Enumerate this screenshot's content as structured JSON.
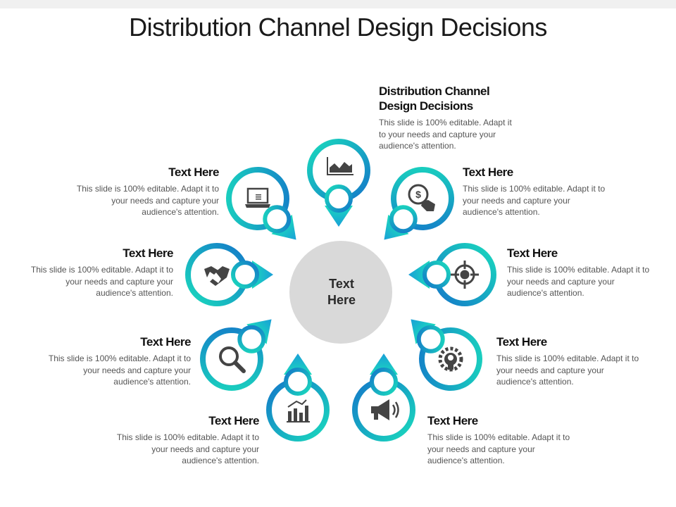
{
  "title": "Distribution Channel Design Decisions",
  "center": {
    "line1": "Text",
    "line2": "Here"
  },
  "colors": {
    "teal": "#19d3be",
    "blue": "#1478c8",
    "center": "#d9d9d9"
  },
  "items": [
    {
      "id": "top",
      "icon": "line-chart-icon",
      "heading": "Distribution Channel Design Decisions",
      "body": "This slide is 100% editable. Adapt it to your needs and capture your audience's attention."
    },
    {
      "id": "right-1",
      "icon": "dollar-click-icon",
      "heading": "Text Here",
      "body": "This slide is 100% editable. Adapt it to your needs and capture your audience's attention."
    },
    {
      "id": "right-2",
      "icon": "target-icon",
      "heading": "Text Here",
      "body": "This slide is 100% editable. Adapt it to your needs and capture your audience's attention."
    },
    {
      "id": "right-3",
      "icon": "gear-bulb-icon",
      "heading": "Text Here",
      "body": "This slide is 100% editable. Adapt it to your needs and capture your audience's attention."
    },
    {
      "id": "bottom-right",
      "icon": "megaphone-icon",
      "heading": "Text Here",
      "body": "This slide is 100% editable. Adapt it to your needs and capture your audience's attention."
    },
    {
      "id": "bottom-left",
      "icon": "bar-chart-icon",
      "heading": "Text Here",
      "body": "This slide is 100% editable. Adapt it to your needs and capture your audience's attention."
    },
    {
      "id": "left-3",
      "icon": "magnifier-icon",
      "heading": "Text Here",
      "body": "This slide is 100% editable. Adapt it to your needs and capture your audience's attention."
    },
    {
      "id": "left-2",
      "icon": "handshake-icon",
      "heading": "Text Here",
      "body": "This slide is 100% editable. Adapt it to your needs and capture your audience's attention."
    },
    {
      "id": "left-1",
      "icon": "laptop-icon",
      "heading": "Text Here",
      "body": "This slide is 100% editable. Adapt it to your needs and capture your audience's attention."
    }
  ]
}
